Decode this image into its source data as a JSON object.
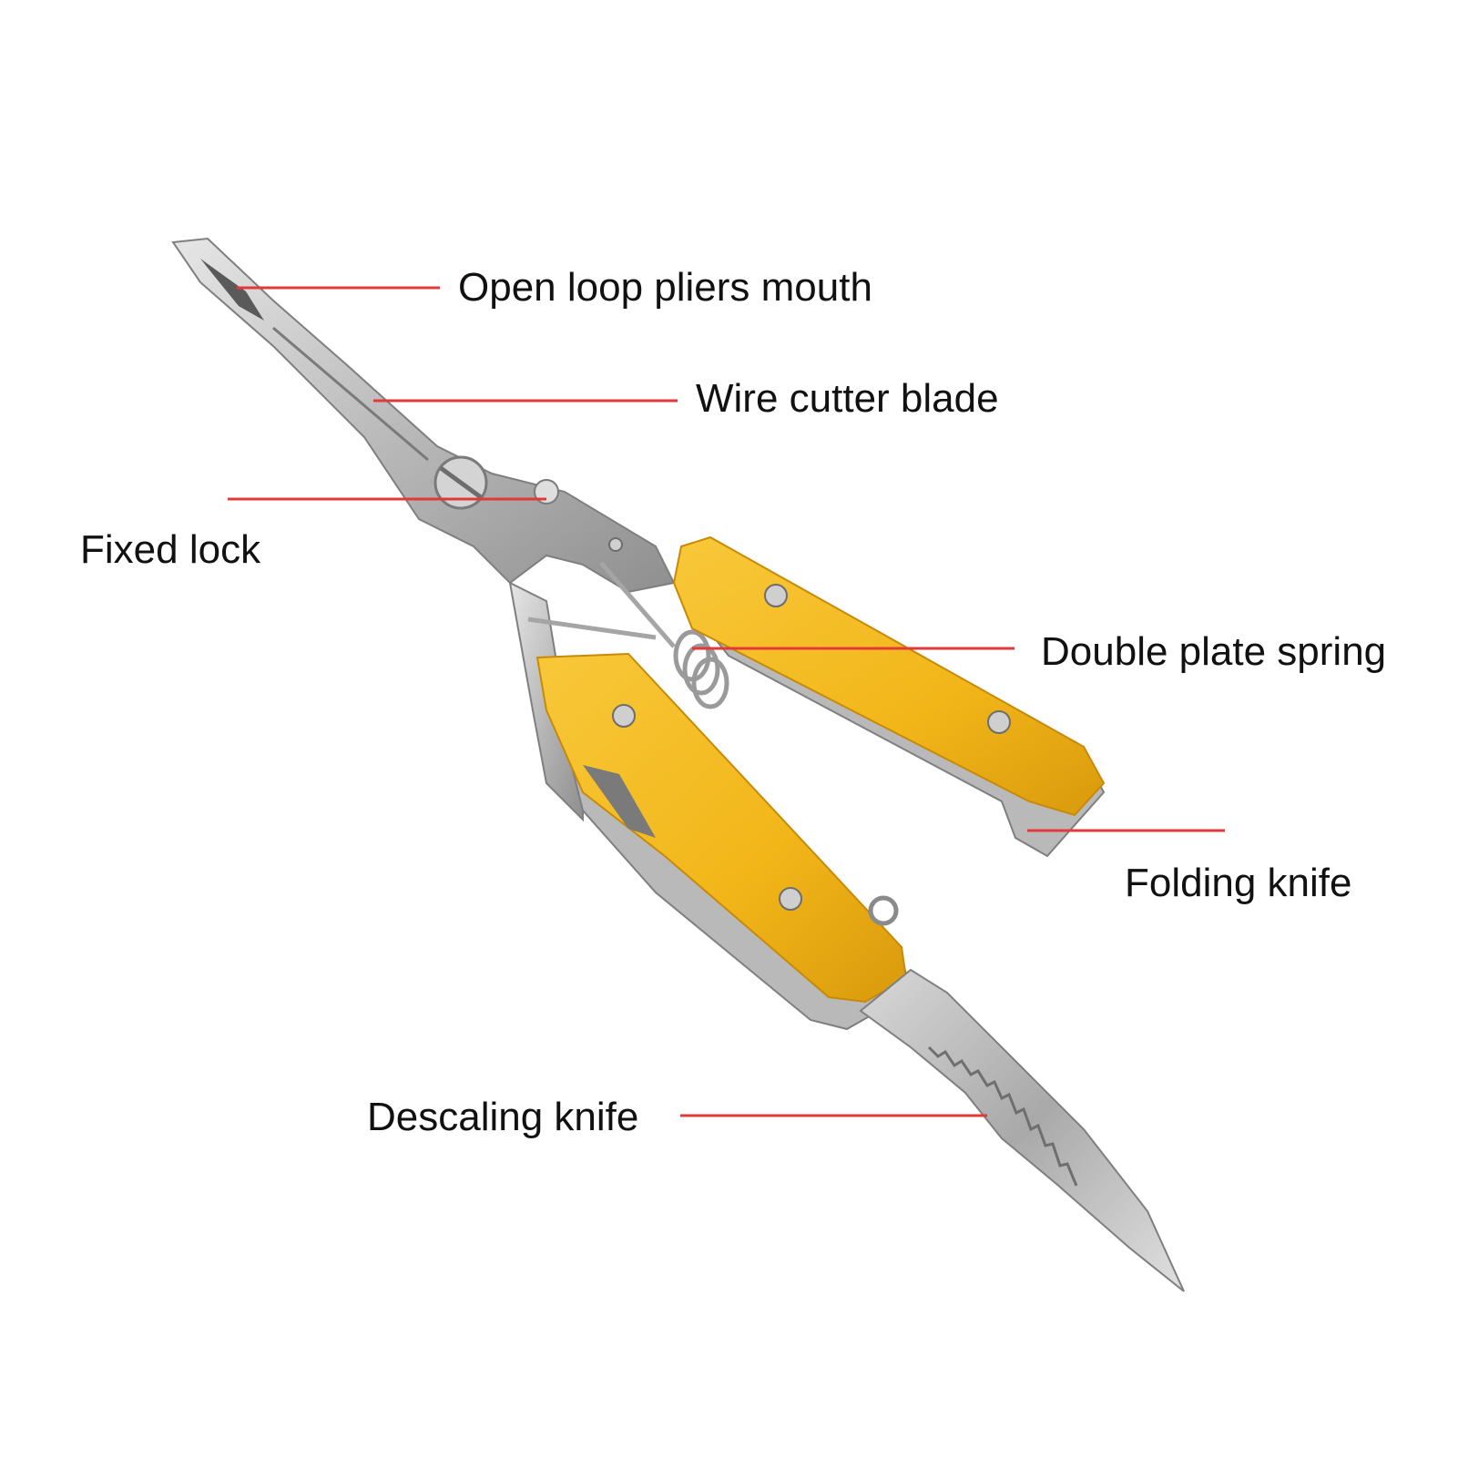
{
  "colors": {
    "handle": "#f2b619",
    "handle_shadow": "#d99a0c",
    "steel": "#c9c9c9",
    "steel_dark": "#8e8e8e",
    "leader_line": "#e23a3a",
    "text": "#111111"
  },
  "labels": {
    "open_loop_pliers_mouth": "Open loop pliers mouth",
    "wire_cutter_blade": "Wire cutter blade",
    "fixed_lock": "Fixed lock",
    "double_plate_spring": "Double plate spring",
    "folding_knife": "Folding knife",
    "descaling_knife": "Descaling knife"
  }
}
